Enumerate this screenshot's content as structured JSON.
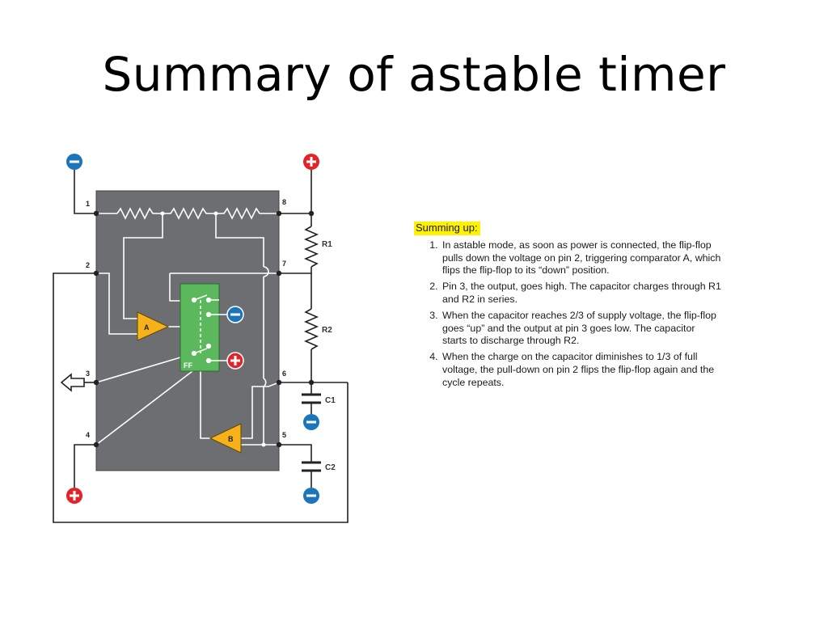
{
  "title": "Summary of astable timer",
  "diagram": {
    "pins": [
      "1",
      "2",
      "3",
      "4",
      "5",
      "6",
      "7",
      "8"
    ],
    "components": [
      "R1",
      "R2",
      "C1",
      "C2"
    ],
    "comparators": [
      "A",
      "B"
    ],
    "flipflop": "FF",
    "plus_symbol": "+",
    "minus_symbol": "−"
  },
  "summary": {
    "heading": "Summing up:",
    "items": [
      "In astable mode, as soon as power is connected, the flip-flop pulls down the voltage on pin 2, triggering comparator A, which flips the flip-flop to its “down” position.",
      "Pin 3, the output, goes high. The capacitor charges through R1 and R2 in series.",
      "When the capacitor reaches 2/3 of supply voltage, the flip-flop goes “up” and the output at pin 3 goes low. The capacitor starts to discharge through R2.",
      "When the charge on the capacitor diminishes to 1/3 of full voltage, the pull-down on pin 2 flips the flip-flop again and the cycle repeats."
    ]
  },
  "colors": {
    "chip": "#6d6e71",
    "flipflop": "#5cb85c",
    "comparator": "#f7b21b",
    "positive": "#e1242a",
    "negative": "#1b75bb"
  }
}
